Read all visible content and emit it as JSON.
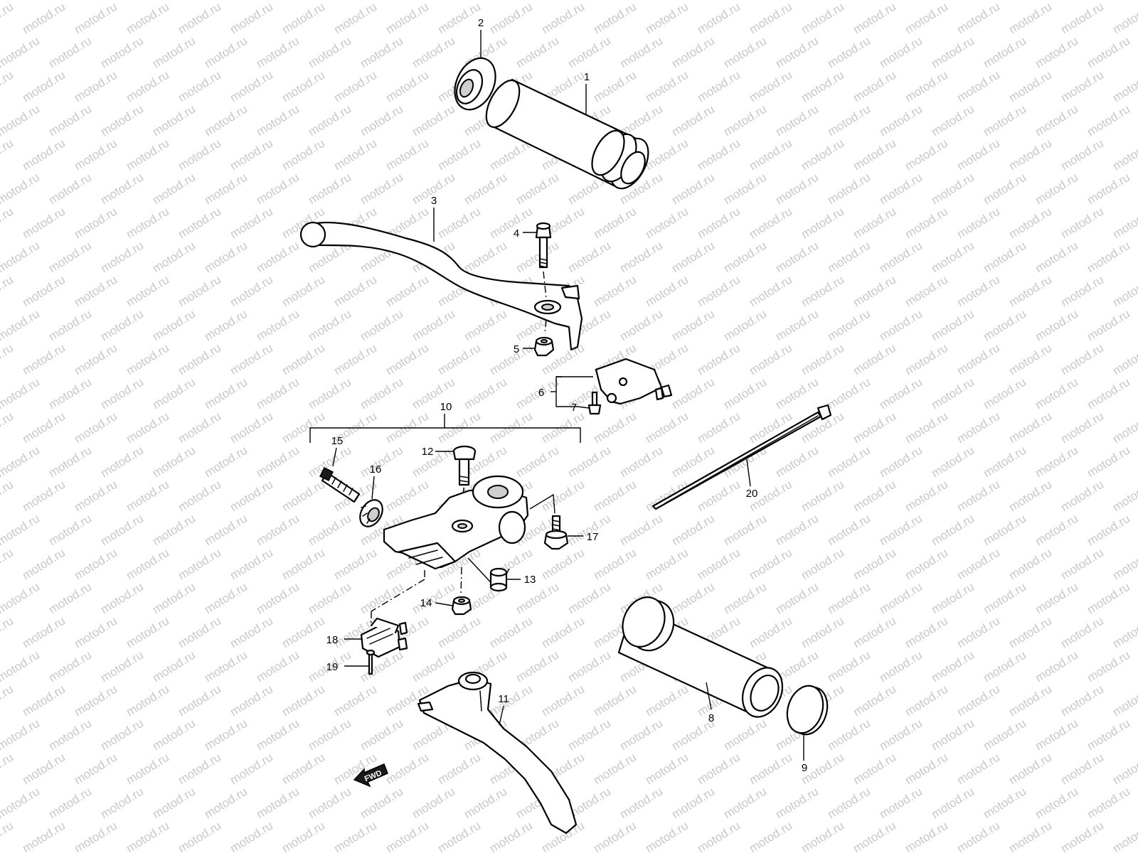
{
  "watermark": "motod.ru",
  "direction_marker": "FWD",
  "callouts": {
    "c1": "1",
    "c2": "2",
    "c3": "3",
    "c4": "4",
    "c5": "5",
    "c6": "6",
    "c7": "7",
    "c8": "8",
    "c9": "9",
    "c10": "10",
    "c11": "11",
    "c12": "12",
    "c13": "13",
    "c14": "14",
    "c15": "15",
    "c16": "16",
    "c17": "17",
    "c18": "18",
    "c19": "19",
    "c20": "20"
  }
}
